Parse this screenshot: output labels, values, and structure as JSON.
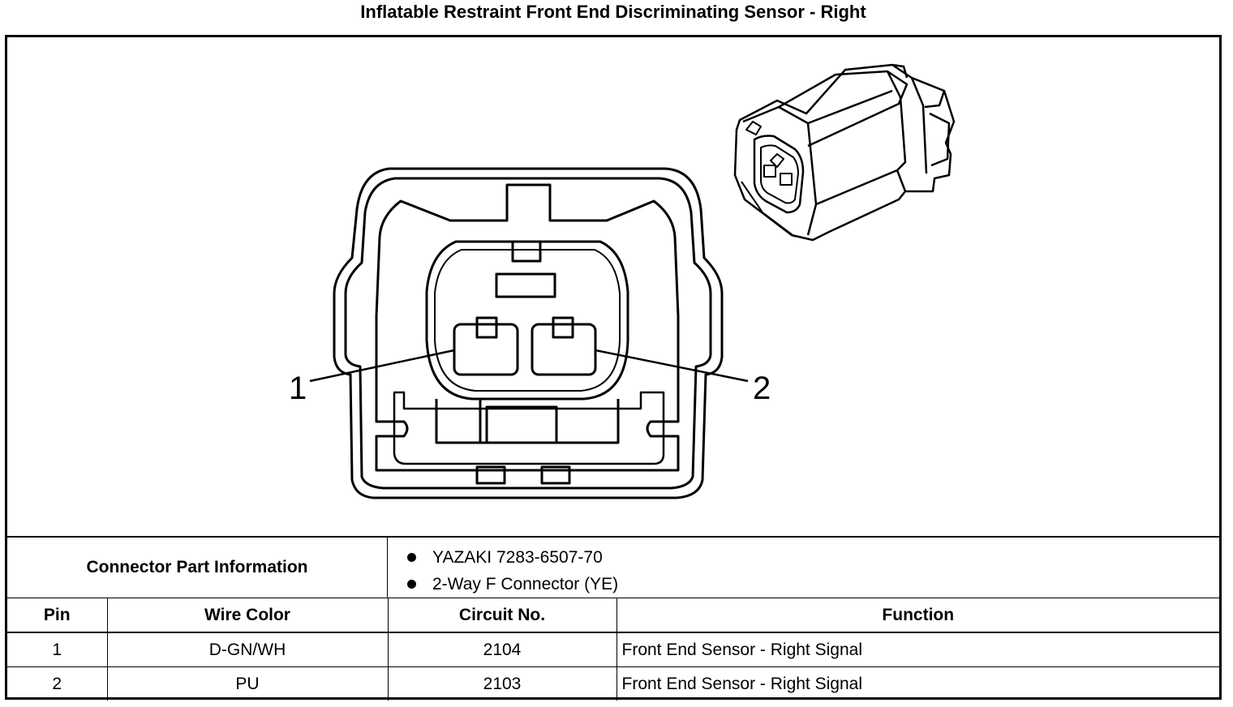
{
  "title": "Inflatable Restraint Front End Discriminating Sensor - Right",
  "diagram": {
    "pin_callouts": [
      "1",
      "2"
    ]
  },
  "connector_info": {
    "label": "Connector Part Information",
    "items": [
      "YAZAKI 7283-6507-70",
      "2-Way F Connector (YE)"
    ]
  },
  "table": {
    "headers": [
      "Pin",
      "Wire Color",
      "Circuit No.",
      "Function"
    ],
    "rows": [
      {
        "pin": "1",
        "wire_color": "D-GN/WH",
        "circuit": "2104",
        "function": "Front End Sensor - Right Signal"
      },
      {
        "pin": "2",
        "wire_color": "PU",
        "circuit": "2103",
        "function": "Front End Sensor - Right Signal"
      }
    ]
  }
}
